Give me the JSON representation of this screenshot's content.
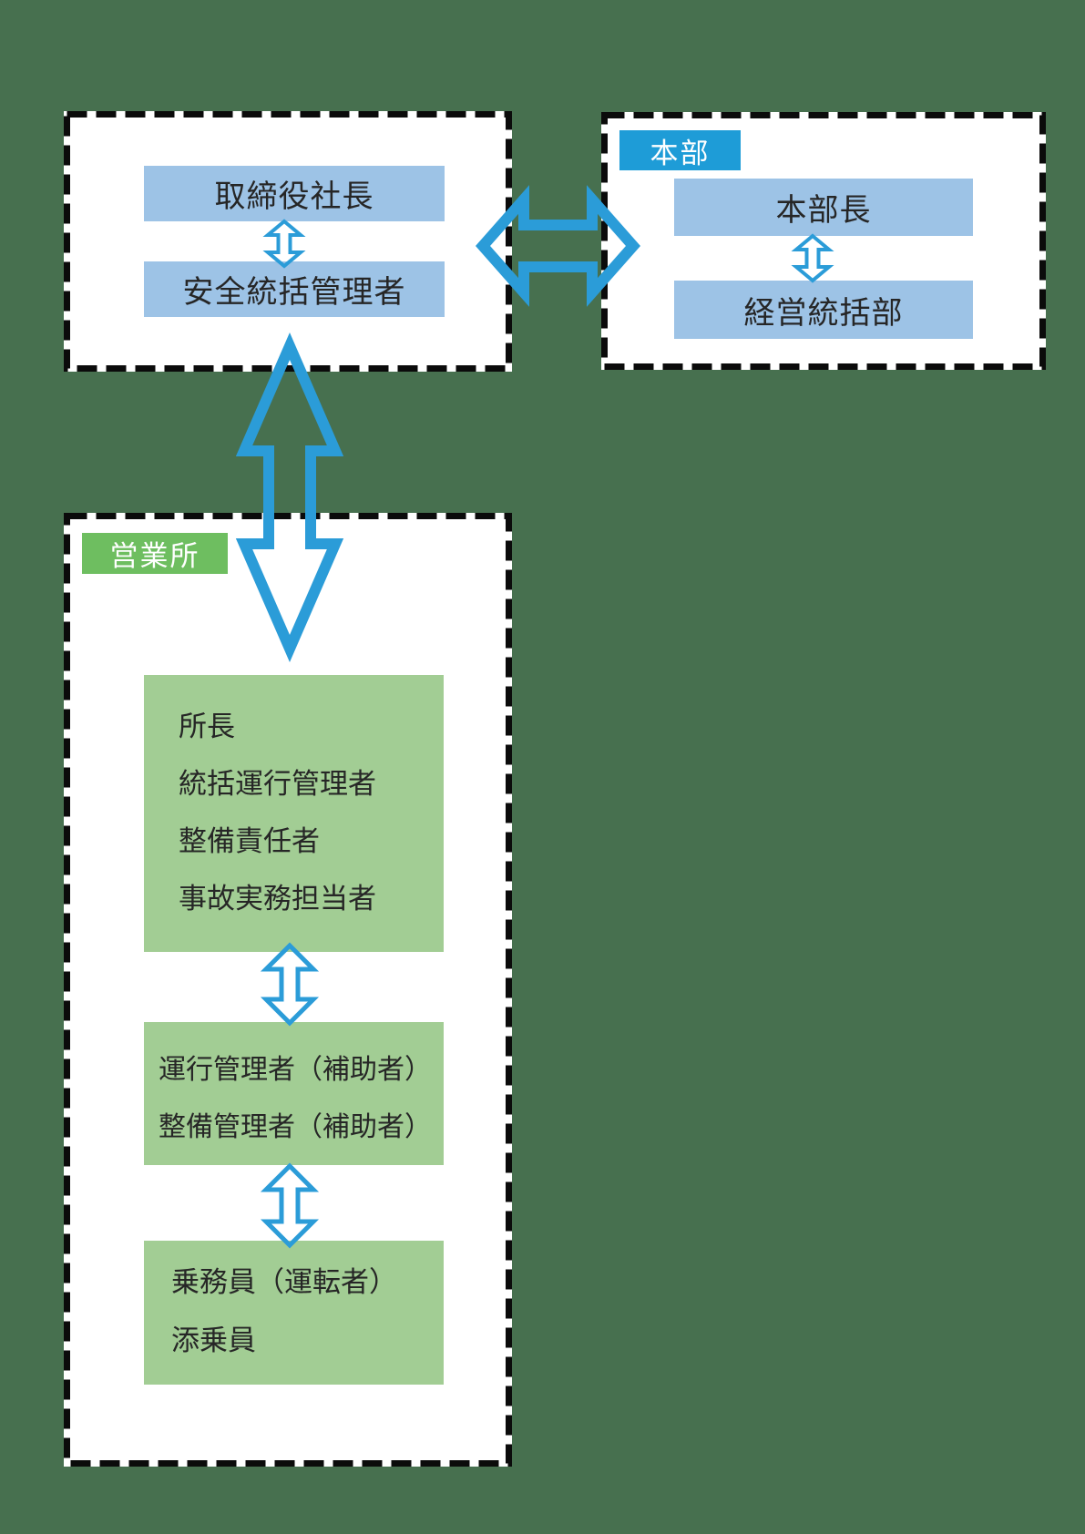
{
  "colors": {
    "background": "#47704F",
    "panel_fill": "#FFFFFF",
    "dashed_border": "#0B0B0B",
    "light_blue": "#9DC3E6",
    "blue_tag": "#1E9CD7",
    "green_fill": "#A2CD94",
    "green_tag": "#6EBE60",
    "arrow_blue": "#2B9CD8",
    "text_dark": "#262626",
    "tag_text": "#FFFFFF"
  },
  "management": {
    "roles": [
      "取締役社長",
      "安全統括管理者"
    ]
  },
  "headquarters": {
    "tag": "本部",
    "roles": [
      "本部長",
      "経営統括部"
    ]
  },
  "office": {
    "tag": "営業所",
    "groups": [
      {
        "lines": [
          "所長",
          "統括運行管理者",
          "整備責任者",
          "事故実務担当者"
        ]
      },
      {
        "lines": [
          "運行管理者（補助者）",
          "整備管理者（補助者）"
        ]
      },
      {
        "lines": [
          "乗務員（運転者）",
          "添乗員"
        ]
      }
    ]
  },
  "connections": [
    {
      "from": "取締役社長",
      "to": "安全統括管理者",
      "type": "bidirectional-small"
    },
    {
      "from": "本部長",
      "to": "経営統括部",
      "type": "bidirectional-small"
    },
    {
      "from": "安全統括管理者",
      "to": "本部長",
      "type": "bidirectional-large-horizontal"
    },
    {
      "from": "安全統括管理者",
      "to": "営業所",
      "type": "bidirectional-large-vertical"
    },
    {
      "from": "所長・統括運行管理者・整備責任者・事故実務担当者",
      "to": "運行管理者（補助者）・整備管理者（補助者）",
      "type": "bidirectional-medium"
    },
    {
      "from": "運行管理者（補助者）・整備管理者（補助者）",
      "to": "乗務員（運転者）・添乗員",
      "type": "bidirectional-medium"
    }
  ]
}
